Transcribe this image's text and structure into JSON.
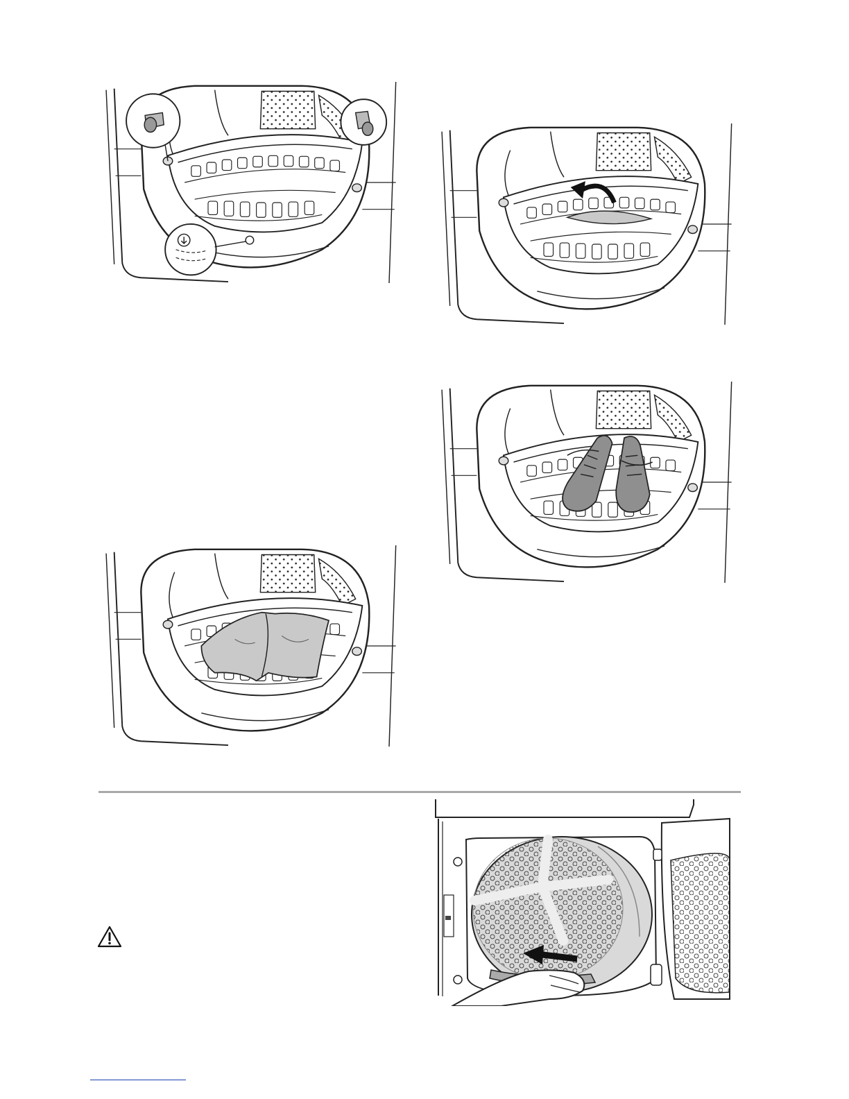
{
  "figures": [
    {
      "id": "fig-1",
      "icon": "basket-latches-detail-illustration"
    },
    {
      "id": "fig-2",
      "icon": "basket-flap-fold-illustration"
    },
    {
      "id": "fig-3",
      "icon": "basket-with-sweater-illustration"
    },
    {
      "id": "fig-4",
      "icon": "basket-with-shoes-illustration"
    },
    {
      "id": "fig-5",
      "icon": "drum-filter-removal-illustration"
    }
  ],
  "icons": {
    "warning": "warning-triangle-icon"
  },
  "colors": {
    "line": "#222222",
    "garment": "#c9c9c9",
    "shoe": "#8f8f8f",
    "drum": "#d9d9d9",
    "divider": "#a8a8a8",
    "footer_rule": "#1a3fb0"
  }
}
